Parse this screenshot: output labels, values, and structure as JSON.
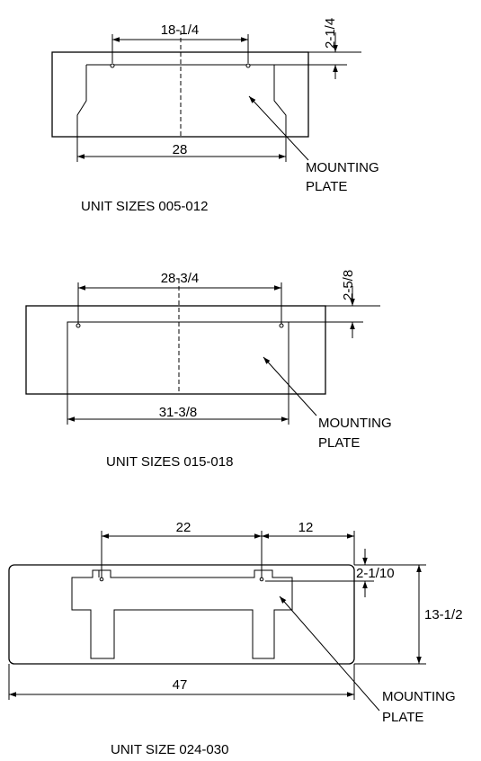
{
  "diagrams": [
    {
      "caption": "UNIT SIZES 005-012",
      "dims": {
        "top": "18-1/4",
        "bottom": "28",
        "side": "2-1/4"
      },
      "callout": [
        "MOUNTING",
        "PLATE"
      ]
    },
    {
      "caption": "UNIT SIZES 015-018",
      "dims": {
        "top": "28-3/4",
        "bottom": "31-3/8",
        "side": "2-5/8"
      },
      "callout": [
        "MOUNTING",
        "PLATE"
      ]
    },
    {
      "caption": "UNIT SIZE 024-030",
      "dims": {
        "top_left": "22",
        "top_right": "12",
        "bottom": "47",
        "side": "2-1/10",
        "height": "13-1/2"
      },
      "callout": [
        "MOUNTING",
        "PLATE"
      ]
    }
  ]
}
